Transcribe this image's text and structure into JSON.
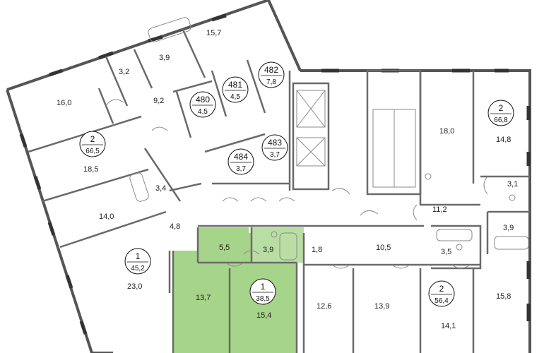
{
  "colors": {
    "highlight": "#a6d48a",
    "highlight_light": "#c4e2b0",
    "wall": "#555555",
    "background": "#ffffff"
  },
  "rooms": {
    "r157": "15,7",
    "r39a": "3,9",
    "r32": "3,2",
    "r160": "16,0",
    "r92": "9,2",
    "r185": "18,5",
    "r34": "3,4",
    "r140": "14,0",
    "r48": "4,8",
    "r230": "23,0",
    "r55": "5,5",
    "r39b": "3,9",
    "r137": "13,7",
    "r154": "15,4",
    "r18": "1,8",
    "r105": "10,5",
    "r126": "12,6",
    "r139": "13,9",
    "r35": "3,5",
    "r141": "14,1",
    "r158": "15,8",
    "r112": "11,2",
    "r39c": "3,9",
    "r31": "3,1",
    "r148": "14,8",
    "r180": "18,0"
  },
  "circles": {
    "c482": {
      "num": "482",
      "area": "7,8"
    },
    "c481": {
      "num": "481",
      "area": "4,5"
    },
    "c480": {
      "num": "480",
      "area": "4,5"
    },
    "c483": {
      "num": "483",
      "area": "3,7"
    },
    "c484": {
      "num": "484",
      "area": "3,7"
    },
    "apt2a": {
      "num": "2",
      "area": "66,5"
    },
    "apt1a": {
      "num": "1",
      "area": "45,2"
    },
    "apt1b": {
      "num": "1",
      "area": "38,5"
    },
    "apt2b": {
      "num": "2",
      "area": "56,4"
    },
    "apt2c": {
      "num": "2",
      "area": "66,8"
    }
  }
}
